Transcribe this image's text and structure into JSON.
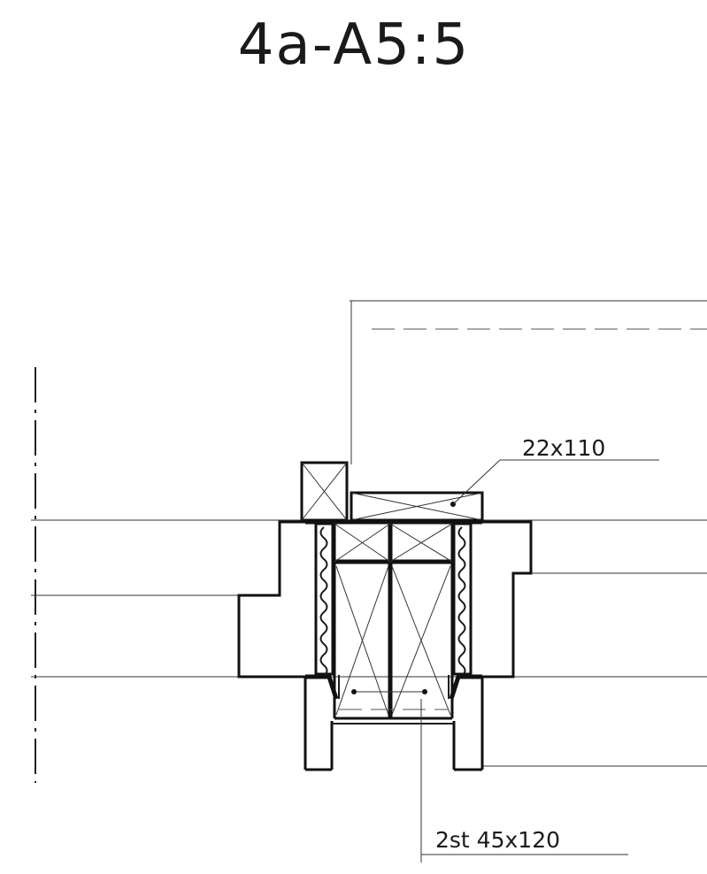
{
  "drawing": {
    "title": "4a-A5:5",
    "labels": {
      "top_member": "22x110",
      "bottom_member": "2st 45x120"
    }
  }
}
